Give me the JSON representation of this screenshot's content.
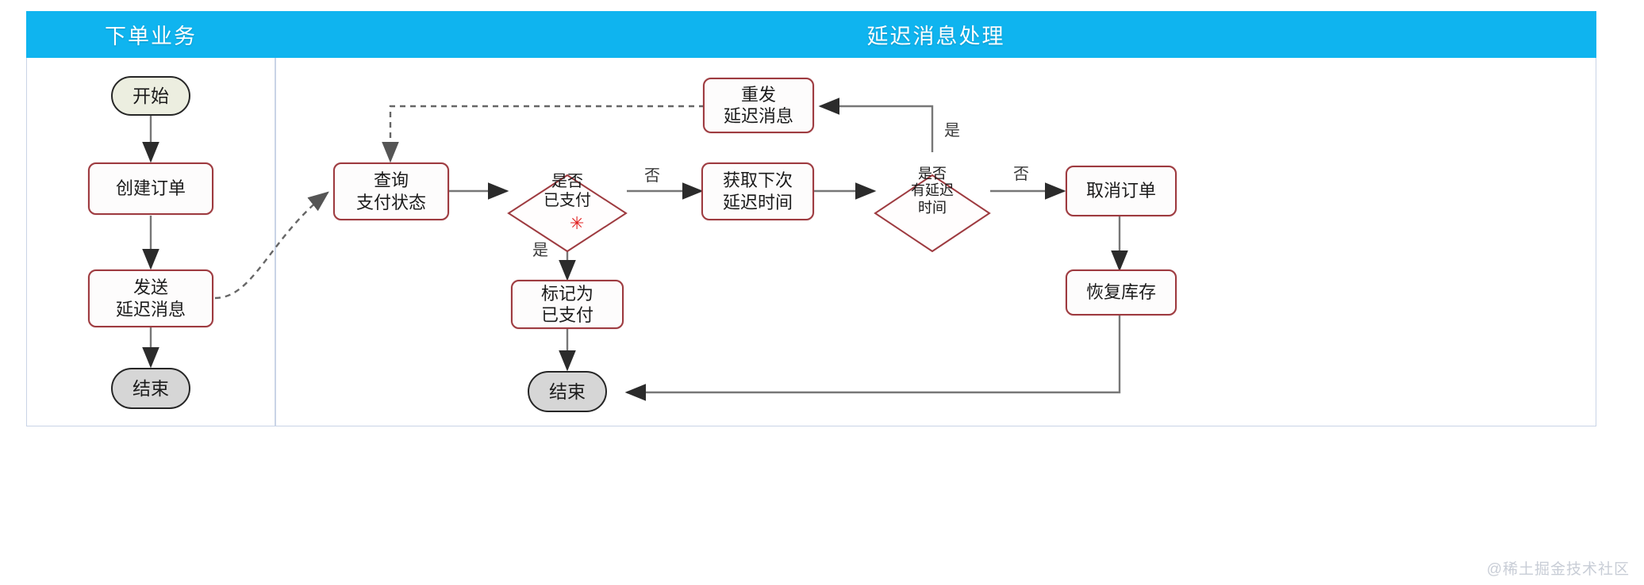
{
  "diagram": {
    "title_left": "下单业务",
    "title_right": "延迟消息处理",
    "watermark": "@稀土掘金技术社区",
    "colors": {
      "lane_header_bg": "#0fb4ef",
      "lane_border": "#c9d4e6",
      "process_border": "#9e3b40",
      "terminal_border": "#262626",
      "terminal_start_fill": "#eceee0",
      "terminal_end_fill": "#d6d6d6",
      "edge": "#595959",
      "dashed_edge": "#595959",
      "marker_red": "#e02020"
    }
  },
  "lanes": [
    {
      "id": "lane-order",
      "label": "下单业务"
    },
    {
      "id": "lane-delay",
      "label": "延迟消息处理"
    }
  ],
  "nodes": [
    {
      "id": "start",
      "label": "开始",
      "shape": "terminal"
    },
    {
      "id": "create-order",
      "label": "创建订单",
      "shape": "process"
    },
    {
      "id": "send-delay",
      "label": "发送\n延迟消息",
      "shape": "process"
    },
    {
      "id": "end-left",
      "label": "结束",
      "shape": "terminal-end"
    },
    {
      "id": "query-pay",
      "label": "查询\n支付状态",
      "shape": "process"
    },
    {
      "id": "is-paid",
      "label": "是否\n已支付",
      "shape": "decision"
    },
    {
      "id": "resend-delay",
      "label": "重发\n延迟消息",
      "shape": "process"
    },
    {
      "id": "next-delay",
      "label": "获取下次\n延迟时间",
      "shape": "process"
    },
    {
      "id": "has-delay",
      "label": "是否\n有延迟\n时间",
      "shape": "decision"
    },
    {
      "id": "cancel-order",
      "label": "取消订单",
      "shape": "process"
    },
    {
      "id": "restore-stock",
      "label": "恢复库存",
      "shape": "process"
    },
    {
      "id": "mark-paid",
      "label": "标记为\n已支付",
      "shape": "process"
    },
    {
      "id": "end-right",
      "label": "结束",
      "shape": "terminal-end"
    }
  ],
  "edge_labels": [
    {
      "id": "is-paid-no",
      "label": "否",
      "from": "is-paid",
      "to": "next-delay"
    },
    {
      "id": "is-paid-yes",
      "label": "是",
      "from": "is-paid",
      "to": "mark-paid"
    },
    {
      "id": "has-delay-yes",
      "label": "是",
      "from": "has-delay",
      "to": "resend-delay"
    },
    {
      "id": "has-delay-no",
      "label": "否",
      "from": "has-delay",
      "to": "cancel-order"
    }
  ]
}
